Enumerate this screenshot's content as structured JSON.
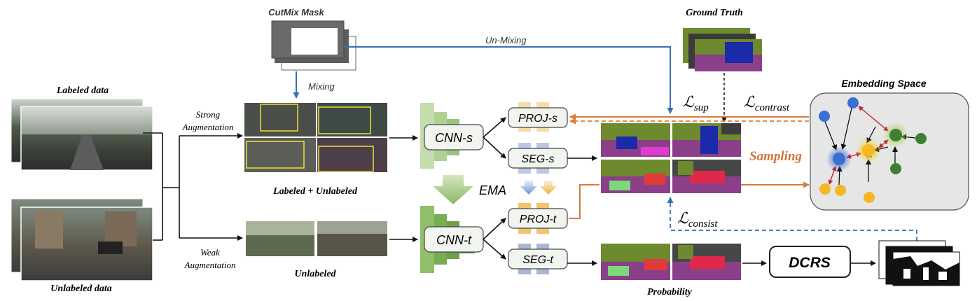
{
  "labels": {
    "cutmix_mask": "CutMix Mask",
    "ground_truth": "Ground Truth",
    "un_mixing": "Un-Mixing",
    "mixing": "Mixing",
    "labeled_data": "Labeled data",
    "unlabeled_data": "Unlabeled data",
    "strong_aug_1": "Strong",
    "strong_aug_2": "Augmentation",
    "weak_aug_1": "Weak",
    "weak_aug_2": "Augmentation",
    "labeled_unlabeled": "Labeled + Unlabeled",
    "unlabeled": "Unlabeled",
    "ema": "EMA",
    "cnn_s": "CNN-s",
    "cnn_t": "CNN-t",
    "proj_s": "PROJ-s",
    "seg_s": "SEG-s",
    "proj_t": "PROJ-t",
    "seg_t": "SEG-t",
    "loss_sup_main": "ℒ",
    "loss_sup_sub": "sup",
    "loss_contrast_main": "ℒ",
    "loss_contrast_sub": "contrast",
    "loss_consist_main": "ℒ",
    "loss_consist_sub": "consist",
    "sampling": "Sampling",
    "embedding_space": "Embedding Space",
    "dcrs": "DCRS",
    "probability": "Probability"
  },
  "colors": {
    "cnn_green": "#9dc27a",
    "cnn_green_dark": "#6f9e4c",
    "proj_orange": "#f2c46f",
    "seg_blue": "#a9b6d6",
    "flow_blue": "#3a6fb0",
    "flow_orange": "#d97c3b",
    "sampling_orange": "#d2743a",
    "node_blue": "#3d6fd1",
    "node_yellow": "#f5b722",
    "node_green": "#3f7f33",
    "edge_red": "#c0262b"
  }
}
